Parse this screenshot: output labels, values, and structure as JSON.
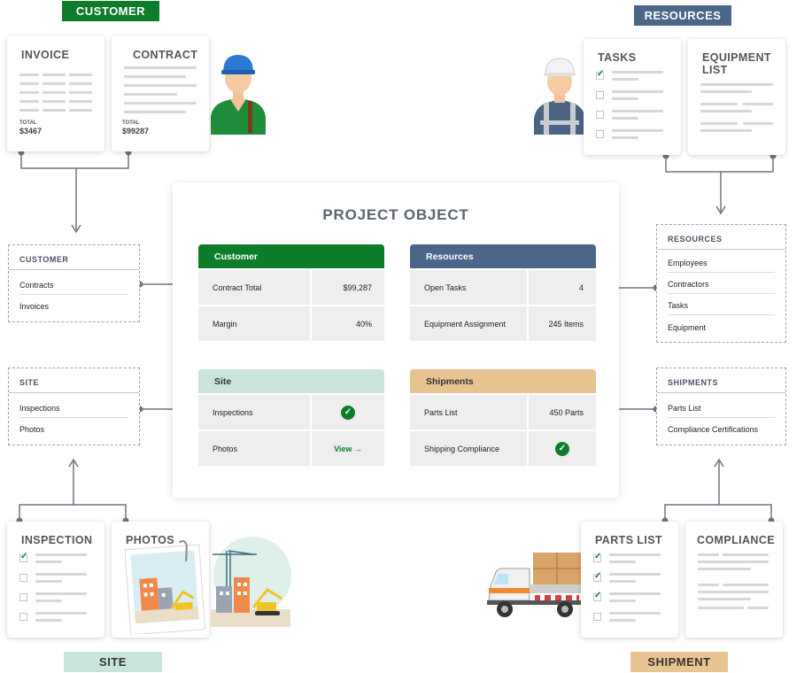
{
  "tags": {
    "customer": "CUSTOMER",
    "resources": "RESOURCES",
    "site": "SITE",
    "shipment": "SHIPMENT"
  },
  "docs": {
    "invoice": {
      "title": "INVOICE",
      "total_label": "TOTAL",
      "total_value": "$3467"
    },
    "contract": {
      "title": "CONTRACT",
      "total_label": "TOTAL",
      "total_value": "$99287"
    },
    "tasks": {
      "title": "TASKS"
    },
    "equipment": {
      "title": "EQUIPMENT LIST"
    },
    "inspection": {
      "title": "INSPECTION"
    },
    "photos": {
      "title": "PHOTOS"
    },
    "parts": {
      "title": "PARTS LIST"
    },
    "compliance": {
      "title": "COMPLIANCE"
    }
  },
  "categories": {
    "customer": {
      "title": "CUSTOMER",
      "items": [
        "Contracts",
        "Invoices"
      ]
    },
    "site": {
      "title": "SITE",
      "items": [
        "Inspections",
        "Photos"
      ]
    },
    "resources": {
      "title": "RESOURCES",
      "items": [
        "Employees",
        "Contractors",
        "Tasks",
        "Equipment"
      ]
    },
    "shipments": {
      "title": "SHIPMENTS",
      "items": [
        "Parts List",
        "Compliance Certifications"
      ]
    }
  },
  "project": {
    "title": "PROJECT OBJECT",
    "customer": {
      "header": "Customer",
      "rows": [
        {
          "label": "Contract Total",
          "value": "$99,287"
        },
        {
          "label": "Margin",
          "value": "40%"
        }
      ]
    },
    "resources": {
      "header": "Resources",
      "rows": [
        {
          "label": "Open Tasks",
          "value": "4"
        },
        {
          "label": "Equipment Assignment",
          "value": "245 Items"
        }
      ]
    },
    "site": {
      "header": "Site",
      "rows": [
        {
          "label": "Inspections",
          "value": ""
        },
        {
          "label": "Photos",
          "value": "View →"
        }
      ]
    },
    "shipments": {
      "header": "Shipments",
      "rows": [
        {
          "label": "Parts List",
          "value": "450 Parts"
        },
        {
          "label": "Shipping Compliance",
          "value": ""
        }
      ]
    }
  },
  "colors": {
    "customer": "#0e7d2a",
    "resources": "#4a6688",
    "site": "#c9e5da",
    "shipments": "#e9c493",
    "connector": "#6b7585"
  },
  "icons": {
    "check": "check-circle-icon",
    "arrow": "arrow-right-icon",
    "worker_customer": "worker-cap-illustration",
    "worker_resources": "worker-hardhat-illustration",
    "construction": "construction-site-illustration",
    "truck": "delivery-truck-illustration"
  }
}
